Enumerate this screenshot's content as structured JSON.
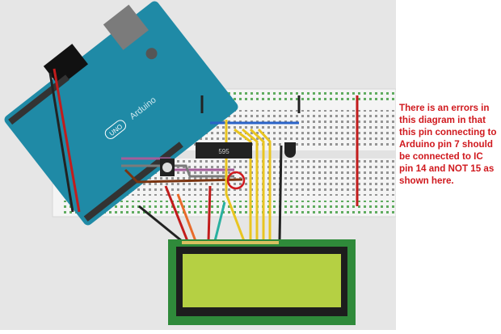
{
  "diagram": {
    "board_label": "Arduino",
    "board_model": "UNO",
    "ic_label": "595",
    "colors": {
      "board": "#1f8aa6",
      "breadboard": "#f2f2f2",
      "lcd_pcb": "#2f8a3a",
      "lcd_screen": "#b5d043",
      "annotation": "#d0191e"
    }
  },
  "annotation": {
    "lines": [
      "There is an errors in",
      "this diagram in that",
      "this pin connecting to",
      "Arduino pin 7 should",
      "be connected to IC",
      "pin 14 and NOT 15 as",
      "shown here."
    ]
  }
}
